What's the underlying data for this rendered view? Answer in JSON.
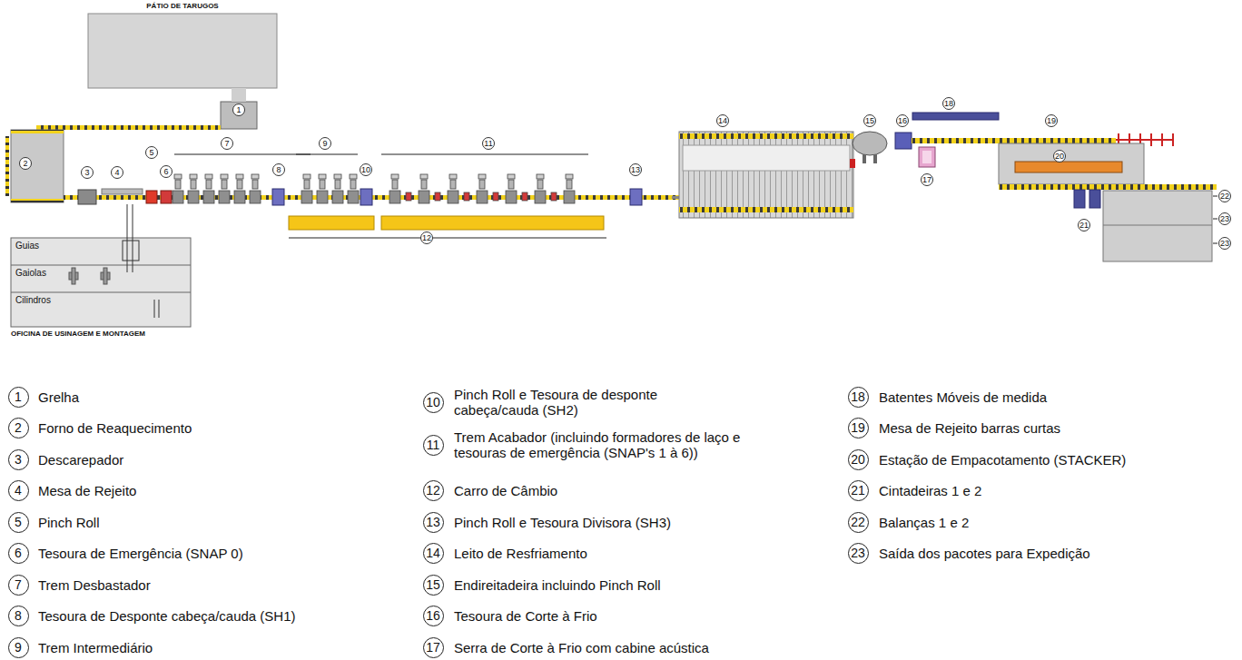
{
  "diagram": {
    "nodes": [
      {
        "text": [
          "PÁTIO DE TARUGOS"
        ]
      },
      {
        "text": [
          "OFICINA DE USINAGEM E MONTAGEM"
        ]
      },
      {
        "text": [
          "Guias"
        ],
        "in": 1
      },
      {
        "text": [
          "Gaiolas"
        ],
        "in": 1
      },
      {
        "text": [
          "Cilindros"
        ],
        "in": 1
      }
    ],
    "labels": [
      "1",
      "2",
      "3",
      "4",
      "5",
      "6",
      "7",
      "8",
      "9",
      "10",
      "11",
      "12",
      "13",
      "14",
      "15",
      "16",
      "17",
      "18",
      "19",
      "20",
      "21",
      "22",
      "23",
      "23",
      "1",
      "Grelha",
      "2",
      "Forno de Reaquecimento",
      "3",
      "Descarepador",
      "4",
      "Mesa de Rejeito",
      "5",
      "Pinch Roll",
      "6",
      "Tesoura de Emergência (SNAP 0)",
      "7",
      "Trem Desbastador",
      "8",
      "Tesoura de Desponte cabeça/cauda (SH1)",
      "9",
      "Trem Intermediário",
      "10",
      "Pinch Roll e Tesoura de desponte cabeça/cauda (SH2)",
      "11",
      "Trem Acabador (incluindo formadores de laço e tesouras de emergência (SNAP's 1 à 6))",
      "12",
      "Carro de Câmbio",
      "13",
      "Pinch Roll e Tesoura Divisora (SH3)",
      "14",
      "Leito de Resfriamento",
      "15",
      "Endireitadeira incluindo Pinch Roll",
      "16",
      "Tesoura de Corte à Frio",
      "17",
      "Serra de Corte à Frio com cabine acústica",
      "18",
      "Batentes Móveis de medida",
      "19",
      "Mesa de Rejeito barras curtas",
      "20",
      "Estação de Empacotamento (STACKER)",
      "21",
      "Cintadeiras 1 e 2",
      "22",
      "Balanças 1 e 2",
      "23",
      "Saída dos pacotes para Expedição"
    ]
  }
}
